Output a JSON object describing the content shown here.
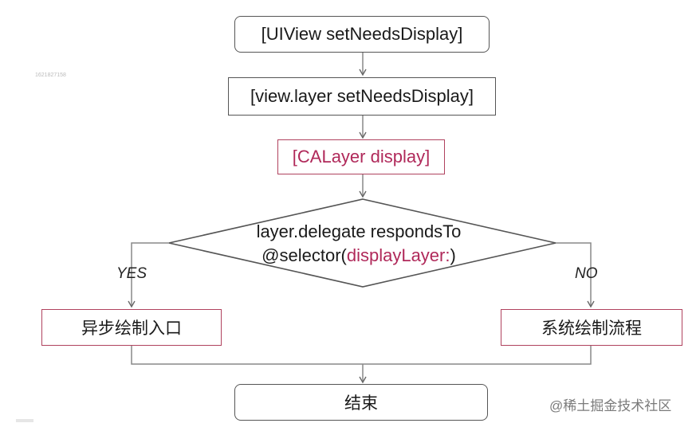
{
  "nodes": {
    "start": "[UIView setNeedsDisplay]",
    "layer_call": "[view.layer setNeedsDisplay]",
    "calayer_display": "[CALayer display]",
    "decision_line1": "layer.delegate respondsTo",
    "decision_prefix": "@selector(",
    "decision_selector": "displayLayer:",
    "decision_suffix": ")",
    "async_entry": "异步绘制入口",
    "system_flow": "系统绘制流程",
    "end": "结束"
  },
  "branches": {
    "yes": "YES",
    "no": "NO"
  },
  "watermark": "@稀土掘金技术社区",
  "tiny_mark": "1621827158",
  "colors": {
    "accent_red": "#b0295a",
    "border_gray": "#555555",
    "line_gray": "#888888"
  }
}
